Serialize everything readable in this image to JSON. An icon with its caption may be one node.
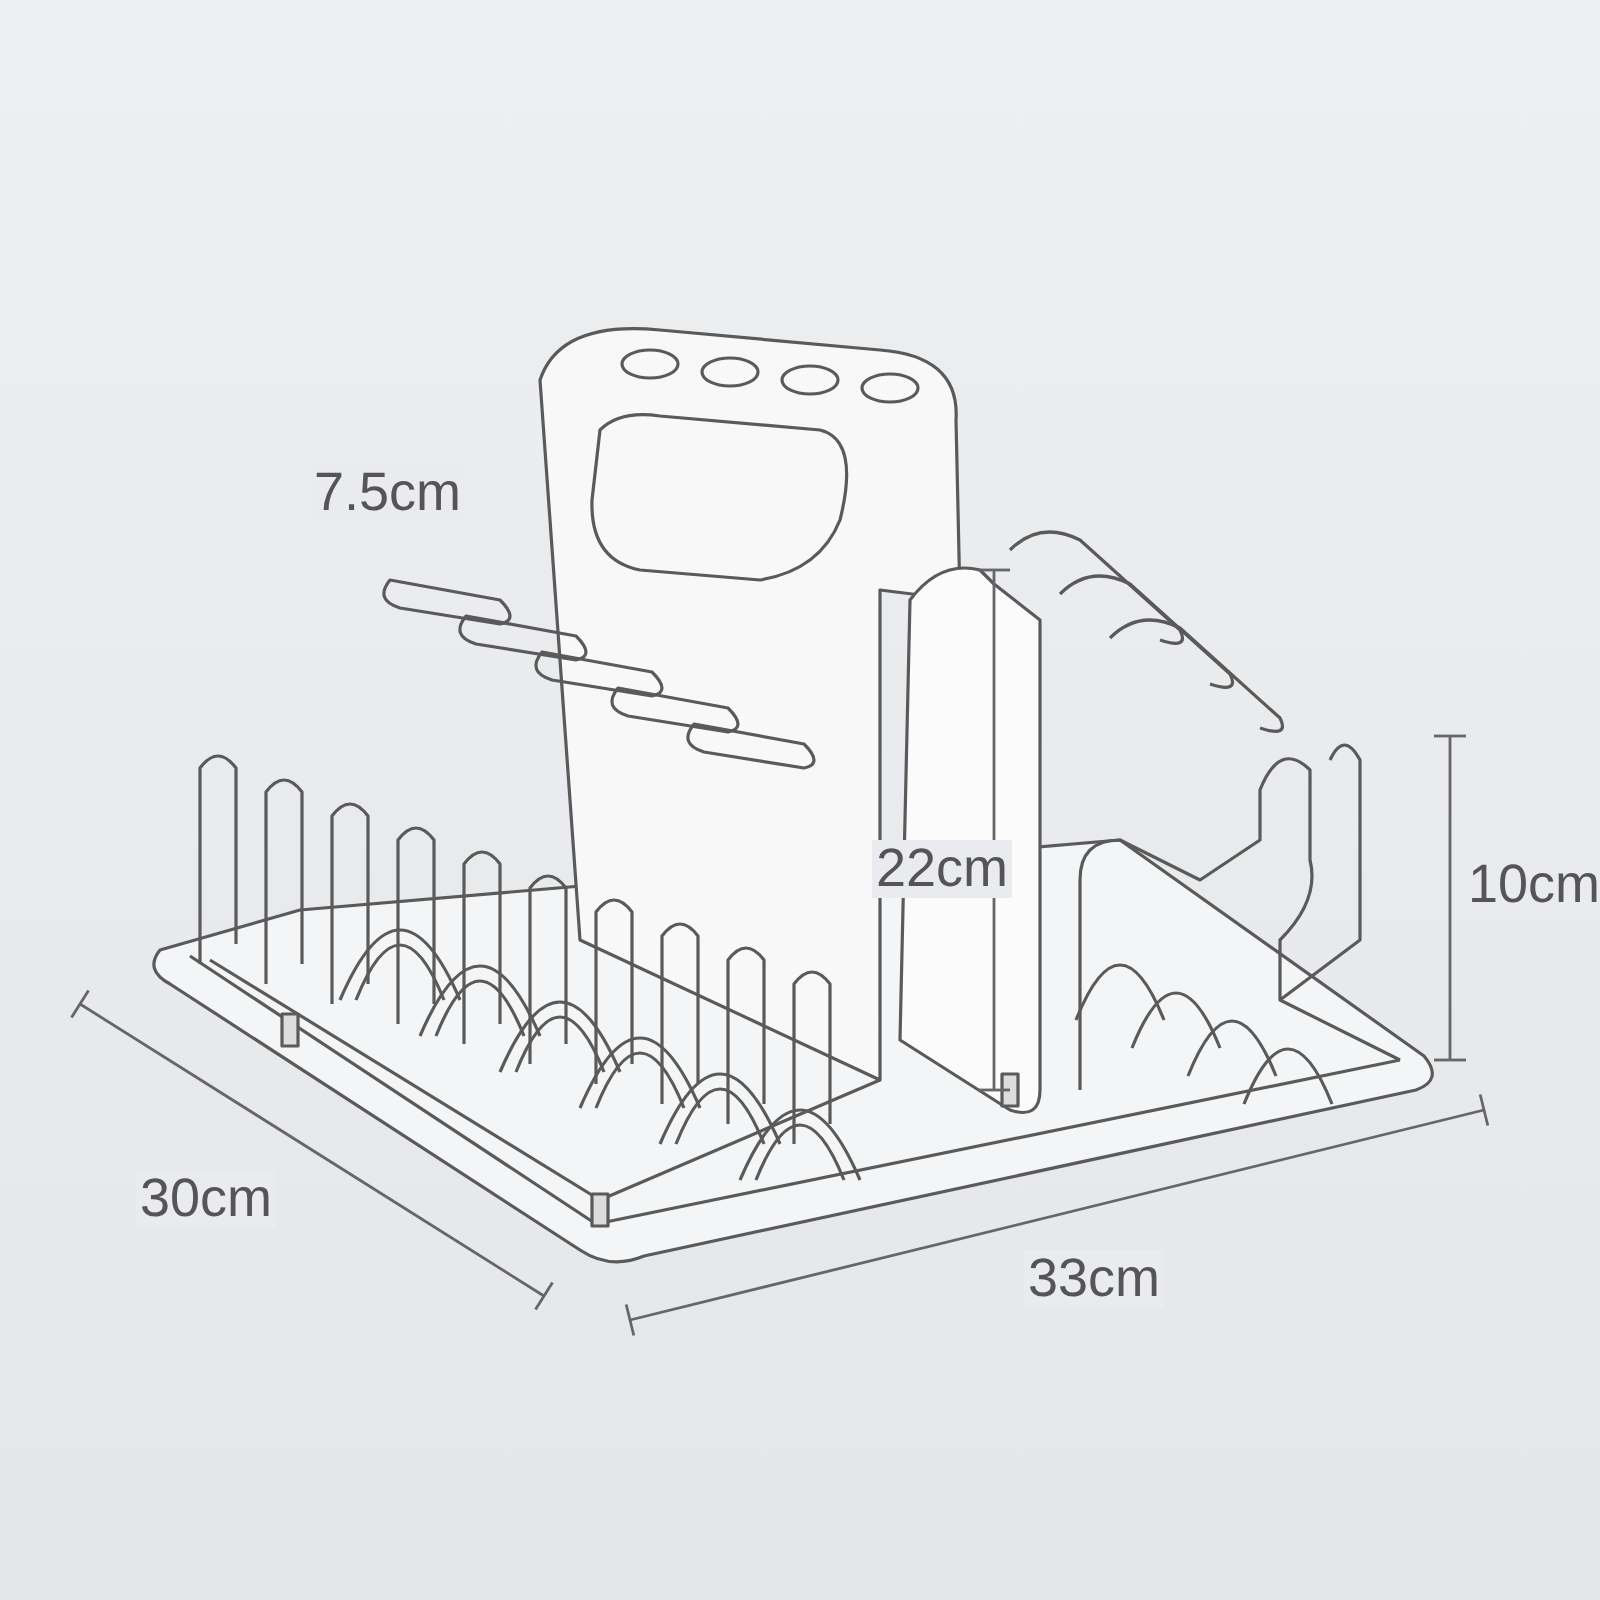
{
  "diagram": {
    "labels": [
      "7.5cm",
      "22cm",
      "10cm",
      "30cm",
      "33cm"
    ]
  }
}
